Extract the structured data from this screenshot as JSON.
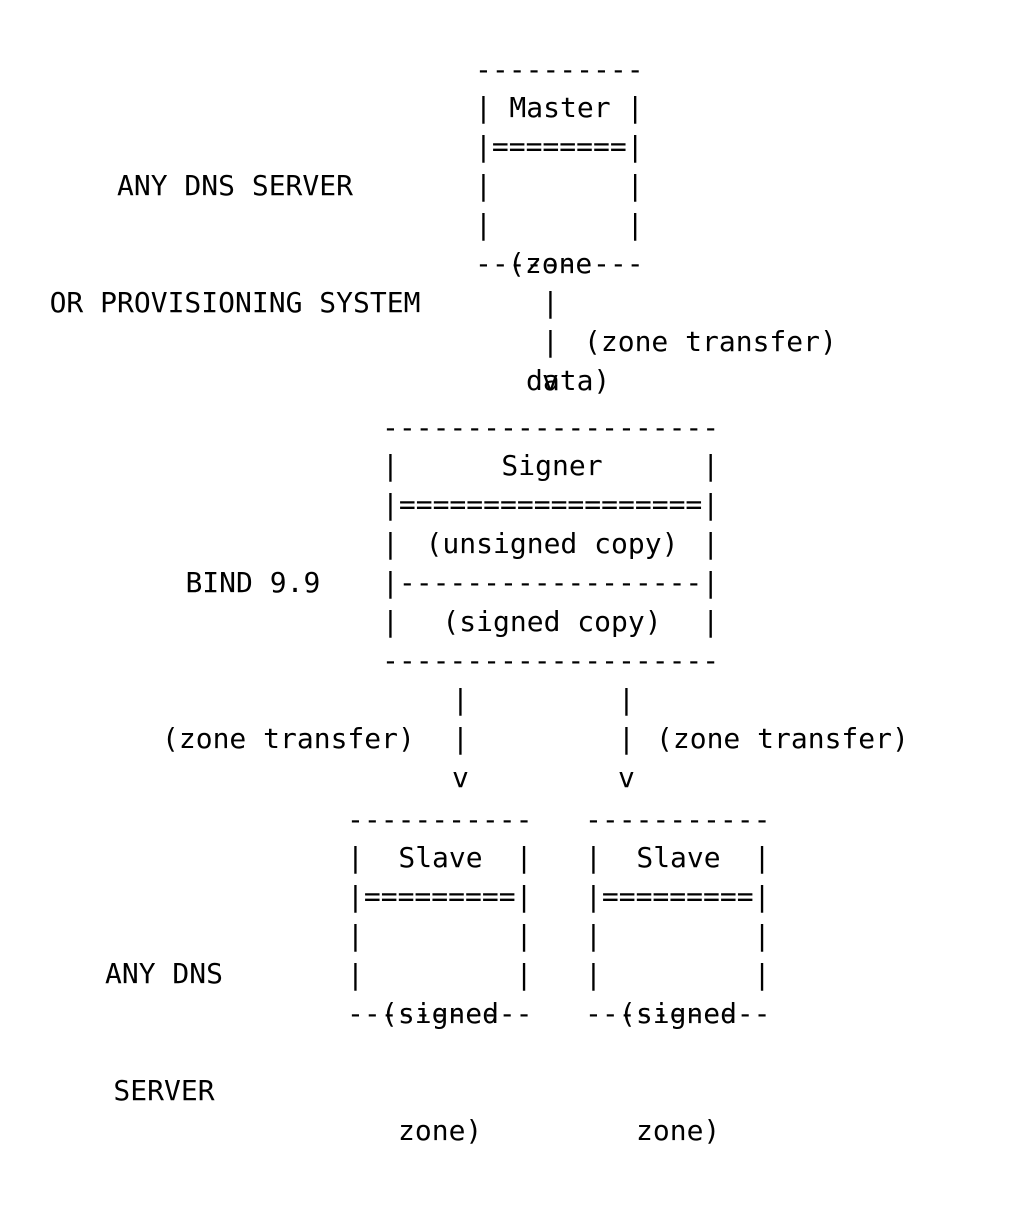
{
  "nodes": {
    "master": {
      "title": "Master",
      "content_lines": [
        "(zone",
        "data)"
      ]
    },
    "signer": {
      "title": "Signer",
      "unsigned": "(unsigned copy)",
      "signed": "(signed copy)"
    },
    "slave_left": {
      "title": "Slave",
      "content_lines": [
        "(signed",
        "zone)"
      ]
    },
    "slave_right": {
      "title": "Slave",
      "content_lines": [
        "(signed",
        "zone)"
      ]
    }
  },
  "side_labels": {
    "master_side": [
      "ANY DNS SERVER",
      "OR PROVISIONING SYSTEM"
    ],
    "signer_side": "BIND 9.9",
    "slave_side": [
      "ANY DNS",
      "SERVER"
    ]
  },
  "edges": {
    "master_to_signer": "(zone transfer)",
    "signer_to_slave_left": "(zone transfer)",
    "signer_to_slave_right": "(zone transfer)"
  },
  "glyphs": {
    "arrow_head": "v",
    "vertical_bar": "|"
  }
}
